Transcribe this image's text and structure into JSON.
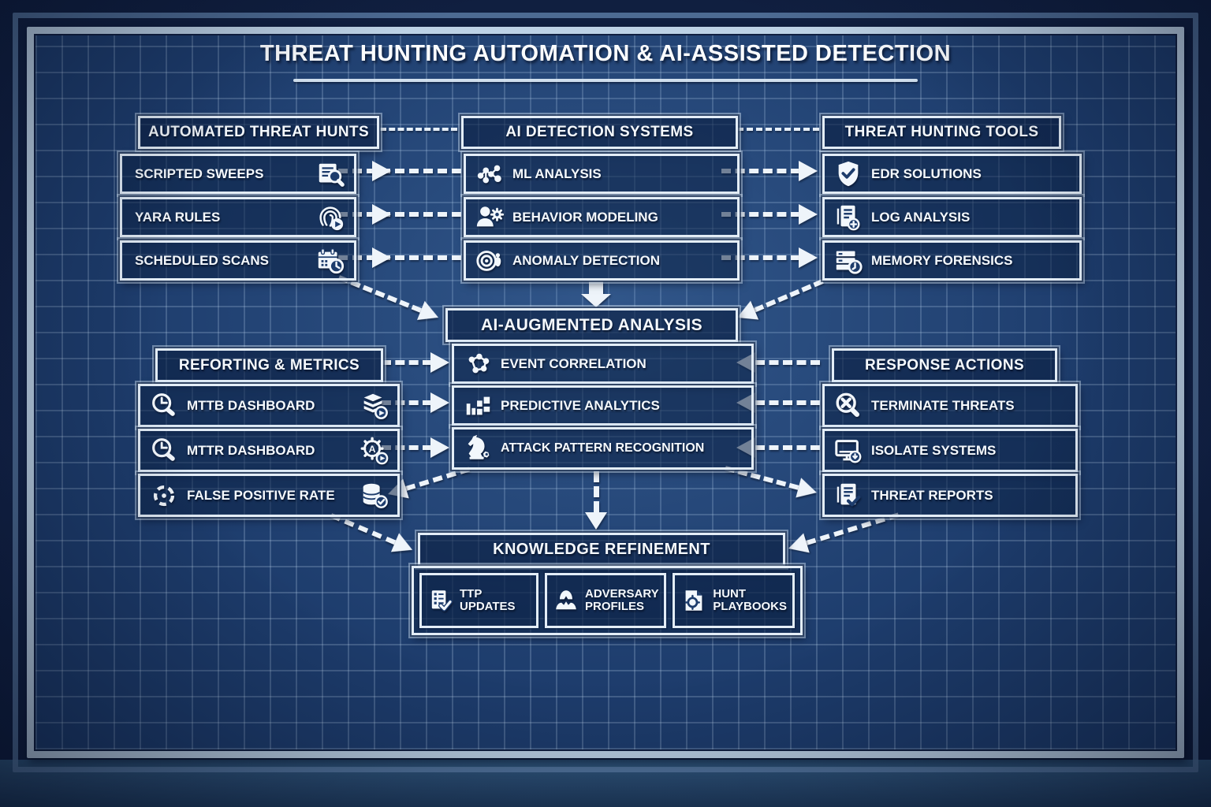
{
  "title": "THREAT HUNTING AUTOMATION & AI-ASSISTED DETECTION",
  "palette": {
    "board_blue": "#1d3c6c",
    "line_white": "#eef4fa",
    "frame_light": "#bdd2e6",
    "background_navy": "#101f40"
  },
  "top_row": {
    "hunts": {
      "header": "AUTOMATED THREAT HUNTS",
      "items": [
        {
          "label": "SCRIPTED SWEEPS",
          "icon": "document-search-icon"
        },
        {
          "label": "YARA RULES",
          "icon": "fingerprint-scan-icon"
        },
        {
          "label": "SCHEDULED SCANS",
          "icon": "calendar-clock-icon"
        }
      ]
    },
    "ai": {
      "header": "AI DETECTION SYSTEMS",
      "items": [
        {
          "label": "ML ANALYSIS",
          "icon": "neural-network-icon"
        },
        {
          "label": "BEHAVIOR MODELING",
          "icon": "user-gear-icon"
        },
        {
          "label": "ANOMALY DETECTION",
          "icon": "anomaly-target-icon"
        }
      ]
    },
    "tools": {
      "header": "THREAT HUNTING TOOLS",
      "items": [
        {
          "label": "EDR SOLUTIONS",
          "icon": "shield-check-icon"
        },
        {
          "label": "LOG ANALYSIS",
          "icon": "log-document-icon"
        },
        {
          "label": "MEMORY FORENSICS",
          "icon": "memory-stack-icon"
        }
      ]
    }
  },
  "analysis": {
    "header": "AI-AUGMENTED ANALYSIS",
    "items": [
      {
        "label": "EVENT CORRELATION",
        "icon": "graph-nodes-icon"
      },
      {
        "label": "PREDICTIVE ANALYTICS",
        "icon": "bar-chart-icon"
      },
      {
        "label": "ATTACK PATTERN RECOGNITION",
        "icon": "chess-knight-icon"
      }
    ]
  },
  "reporting": {
    "header": "REFORTING & METRICS",
    "items": [
      {
        "label": "MTTB DASHBOARD",
        "icon": "clock-magnifier-icon",
        "badge": "stack-clock-icon"
      },
      {
        "label": "MTTR DASHBOARD",
        "icon": "clock-magnifier-icon",
        "badge": "gear-a-clock-icon"
      },
      {
        "label": "FALSE POSITIVE RATE",
        "icon": "crosshair-icon",
        "badge": "database-check-icon"
      }
    ]
  },
  "response": {
    "header": "RESPONSE ACTIONS",
    "items": [
      {
        "label": "TERMINATE THREATS",
        "icon": "terminate-x-icon"
      },
      {
        "label": "ISOLATE SYSTEMS",
        "icon": "monitor-isolate-icon"
      },
      {
        "label": "THREAT REPORTS",
        "icon": "report-check-icon"
      }
    ]
  },
  "knowledge": {
    "header": "KNOWLEDGE REFINEMENT",
    "items": [
      {
        "label": "TTP UPDATES",
        "icon": "checklist-check-icon"
      },
      {
        "label": "ADVERSARY PROFILES",
        "icon": "adversary-hood-icon"
      },
      {
        "label": "HUNT PLAYBOOKS",
        "icon": "playbook-gear-icon"
      }
    ]
  }
}
